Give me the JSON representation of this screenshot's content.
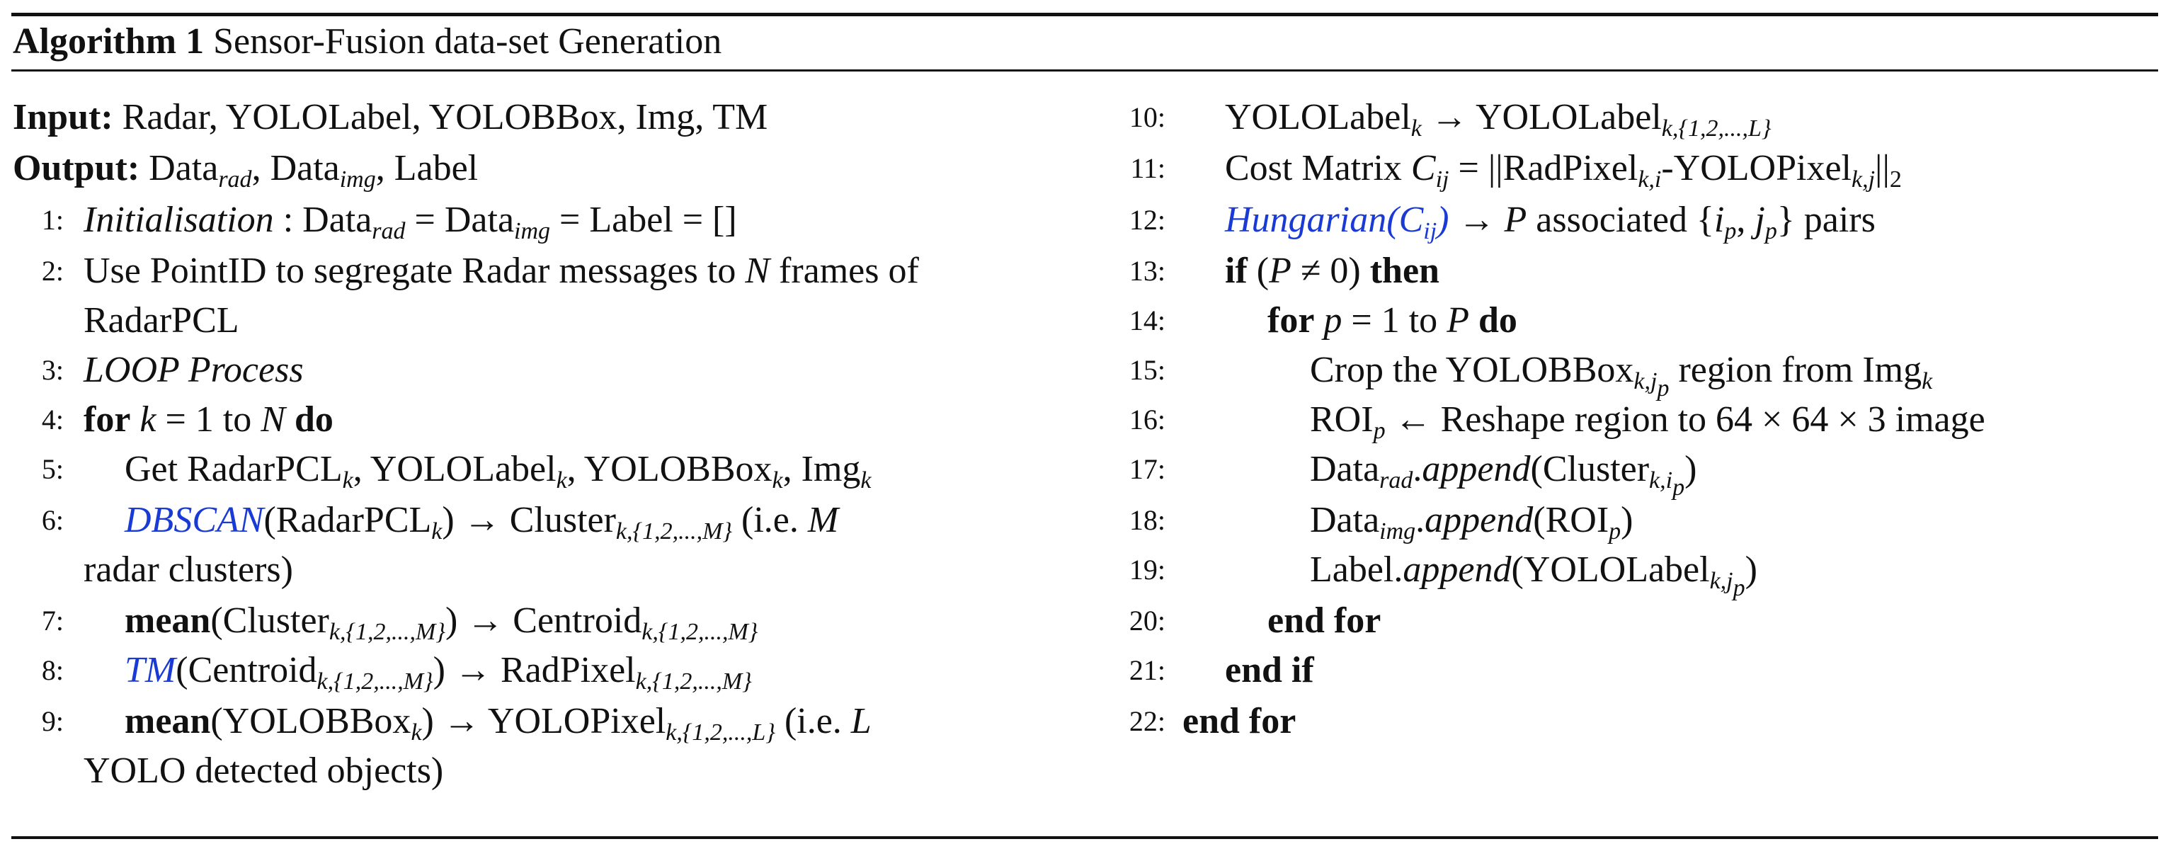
{
  "algorithm": {
    "label": "Algorithm 1",
    "title": "Sensor-Fusion data-set Generation"
  },
  "input": {
    "label": "Input:",
    "text": "Radar, YOLOLabel, YOLOBBox, Img, TM"
  },
  "output": {
    "label": "Output:",
    "text": "Data_rad, Data_img, Label"
  },
  "numbers": [
    "1:",
    "2:",
    "3:",
    "4:",
    "5:",
    "6:",
    "7:",
    "8:",
    "9:",
    "10:",
    "11:",
    "12:",
    "13:",
    "14:",
    "15:",
    "16:",
    "17:",
    "18:",
    "19:",
    "20:",
    "21:",
    "22:"
  ],
  "keywords": {
    "for": "for",
    "do": "do",
    "to": "to",
    "if": "if",
    "then": "then",
    "end_for": "end for",
    "end_if": "end if",
    "mean": "mean"
  },
  "functions": {
    "dbscan": "DBSCAN",
    "tm": "TM",
    "hungarian": "Hungarian",
    "append": "append"
  },
  "lines": {
    "l1_init": "Initialisation",
    "l2_a": "Use PointID to segregate Radar messages to",
    "l2_b": "frames of",
    "l2_c": "RadarPCL",
    "l3": "LOOP Process",
    "l5": "Get RadarPCL",
    "l6_ie": "(i.e.",
    "l6_tail": "radar clusters)",
    "l9_tail": "YOLO detected objects)",
    "l11": "Cost Matrix",
    "l12": "associated",
    "l12_tail": "pairs",
    "l15_a": "Crop the YOLOBBox",
    "l15_b": "region from Img",
    "l16_a": "ROI",
    "l16_b": "← Reshape region to 64 × 64 × 3 image",
    "l17": "Data",
    "l19": "Label."
  }
}
